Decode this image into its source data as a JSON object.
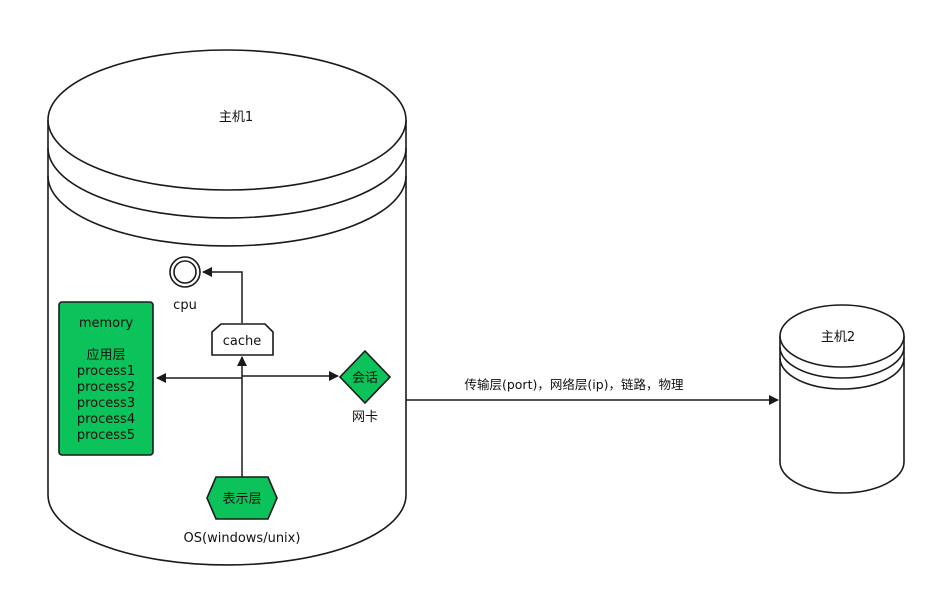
{
  "diagram": {
    "host1": {
      "label": "主机1"
    },
    "host2": {
      "label": "主机2"
    },
    "cpu": {
      "label": "cpu"
    },
    "cache": {
      "label": "cache"
    },
    "memory": {
      "title": "memory",
      "layer": "应用层",
      "processes": [
        "process1",
        "process2",
        "process3",
        "process4",
        "process5"
      ]
    },
    "session": {
      "label": "会话"
    },
    "nic": {
      "label": "网卡"
    },
    "presentation": {
      "label": "表示层"
    },
    "os": {
      "label": "OS(windows/unix)"
    },
    "network_link": {
      "label": "传输层(port)，网络层(ip)，链路，物理"
    },
    "colors": {
      "green_fill": "#0cc25a",
      "dark_stroke": "#1a1a1a"
    }
  }
}
